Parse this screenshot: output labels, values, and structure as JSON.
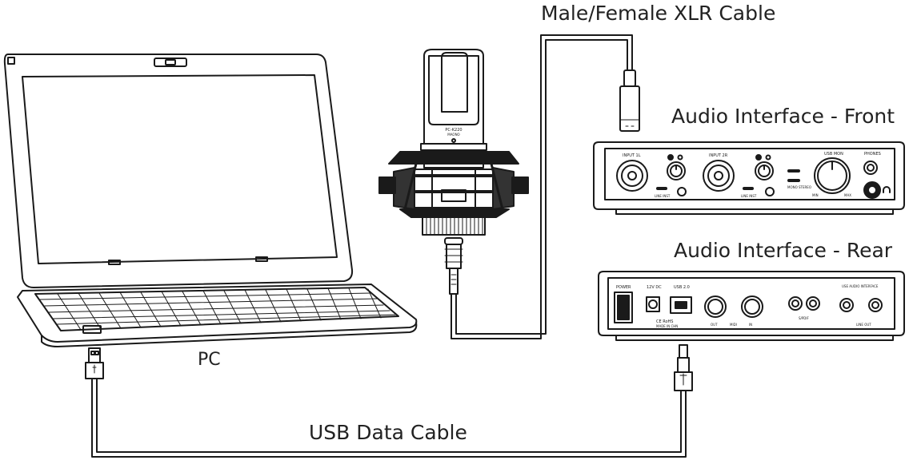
{
  "labels": {
    "xlr_cable": "Male/Female XLR Cable",
    "interface_front": "Audio Interface - Front",
    "interface_rear": "Audio Interface - Rear",
    "pc": "PC",
    "usb_cable": "USB Data Cable"
  },
  "icons": [
    "laptop-icon",
    "microphone-icon",
    "shock-mount-icon",
    "xlr-connector-icon",
    "usb-a-connector-icon",
    "usb-b-connector-icon",
    "audio-interface-front-icon",
    "audio-interface-rear-icon"
  ]
}
